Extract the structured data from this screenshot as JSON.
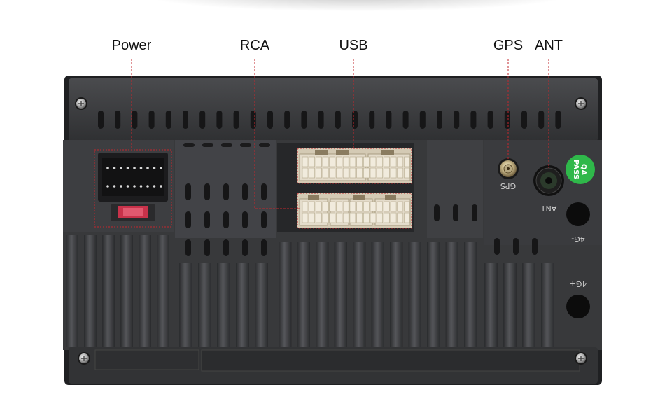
{
  "callouts": {
    "power": "Power",
    "rca": "RCA",
    "usb": "USB",
    "gps": "GPS",
    "ant": "ANT"
  },
  "panel_marks": {
    "gps": "GPS",
    "ant": "ANT",
    "port_4g_minus": "4G-",
    "port_4g_plus": "4G+"
  },
  "qa_sticker": {
    "line1": "QA",
    "line2": "PASS",
    "color": "#2fb84a"
  },
  "colors": {
    "leader_line": "#c2272d",
    "chassis": "#3a3b3d",
    "connector": "#e4dccb"
  }
}
